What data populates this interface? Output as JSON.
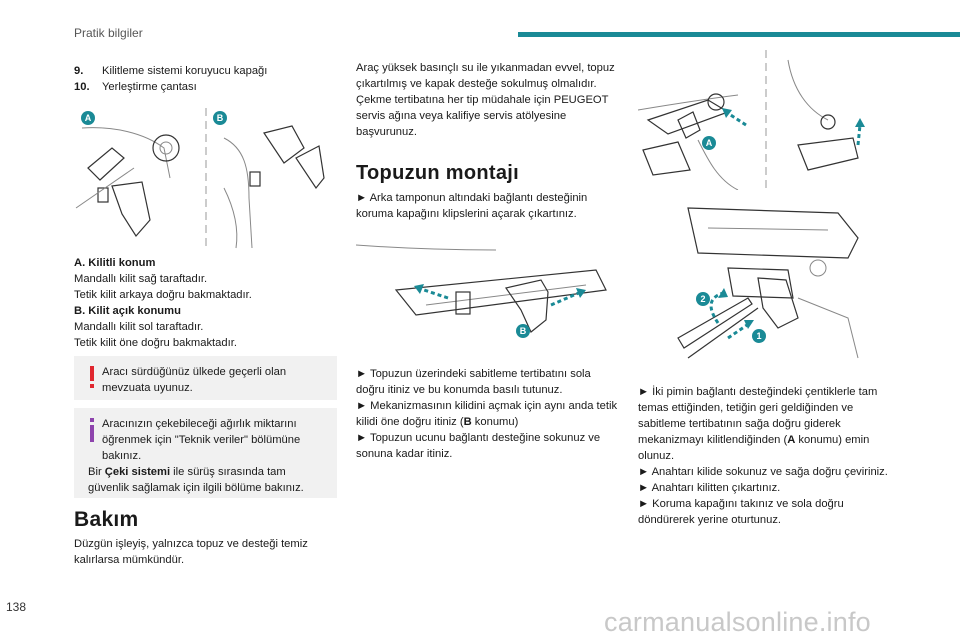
{
  "header": {
    "section": "Pratik bilgiler",
    "accent": "#1a8a96"
  },
  "page_number": "138",
  "watermark": "carmanualsonline.info",
  "col1": {
    "list": [
      {
        "num": "9.",
        "text": "Kilitleme sistemi koruyucu kapağı"
      },
      {
        "num": "10.",
        "text": "Yerleştirme çantası"
      }
    ],
    "fig_labels": {
      "a": "A",
      "b": "B"
    },
    "a_title": "A. Kilitli konum",
    "a_l1": "Mandallı kilit sağ taraftadır.",
    "a_l2": "Tetik kilit arkaya doğru bakmaktadır.",
    "b_title": "B. Kilit açık konumu",
    "b_l1": "Mandallı kilit sol taraftadır.",
    "b_l2": "Tetik kilit öne doğru bakmaktadır.",
    "warn": "Aracı sürdüğünüz ülkede geçerli olan mevzuata uyunuz.",
    "info_1": "Aracınızın çekebileceği ağırlık miktarını öğrenmek için \"Teknik veriler\" bölümüne bakınız.",
    "info_2_pre": "Bir ",
    "info_2_bold": "Çeki sistemi",
    "info_2_post": " ile sürüş sırasında tam güvenlik sağlamak için ilgili bölüme bakınız.",
    "h_bakim": "Bakım",
    "bakim_text": "Düzgün işleyiş, yalnızca topuz ve desteği temiz kalırlarsa mümkündür."
  },
  "col2": {
    "p1": "Araç yüksek basınçlı su ile yıkanmadan evvel, topuz çıkartılmış ve kapak desteğe sokulmuş olmalıdır.",
    "p2": "Çekme tertibatına her tip müdahale için PEUGEOT servis ağına veya kalifiye servis atölyesine başvurunuz.",
    "h_montaj": "Topuzun montajı",
    "s1": "► Arka tamponun altındaki bağlantı desteğinin koruma kapağını klipslerini açarak çıkartınız.",
    "fig_label": "B",
    "s2": "► Topuzun üzerindeki sabitleme tertibatını sola doğru itiniz ve bu konumda basılı tutunuz.",
    "s3_pre": "► Mekanizmasının kilidini açmak için aynı anda tetik kilidi öne doğru itiniz (",
    "s3_bold": "B",
    "s3_post": " konumu)",
    "s4": "► Topuzun ucunu bağlantı desteğine sokunuz ve sonuna kadar itiniz."
  },
  "col3": {
    "fig_a": "A",
    "fig_1": "1",
    "fig_2": "2",
    "s1_pre": "► İki pimin bağlantı desteğindeki çentiklerle tam temas ettiğinden, tetiğin geri geldiğinden ve sabitleme tertibatının sağa doğru giderek mekanizmayı kilitlendiğinden (",
    "s1_bold": "A",
    "s1_post": " konumu) emin olunuz.",
    "s2": "► Anahtarı kilide sokunuz ve sağa doğru çeviriniz.",
    "s3": "► Anahtarı kilitten çıkartınız.",
    "s4": "► Koruma kapağını takınız ve sola doğru döndürerek yerine oturtunuz."
  },
  "icons": {
    "warning": "warning-exclamation-icon",
    "info": "info-i-icon"
  },
  "colors": {
    "warning": "#e0272f",
    "info": "#8e44ad",
    "badge": "#1a8a96",
    "arrow": "#1a8a96"
  }
}
